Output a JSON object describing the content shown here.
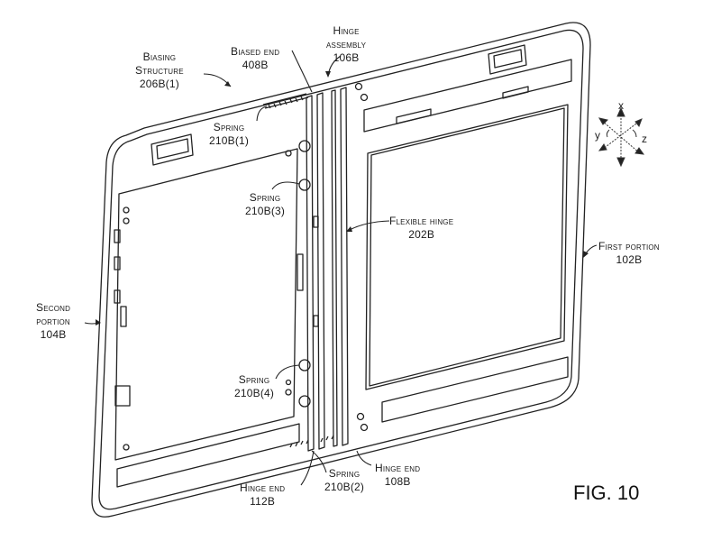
{
  "figure": {
    "title": "FIG. 10",
    "description": "Patent drawing of a dual-portion device with hinge assembly and biasing springs"
  },
  "labels": {
    "biasing_structure": {
      "line1": "Biasing",
      "line2": "Structure",
      "ref": "206B(1)"
    },
    "biased_end": {
      "line1": "Biased end",
      "ref": "408B"
    },
    "hinge_assembly": {
      "line1": "Hinge",
      "line2": "assembly",
      "ref": "106B"
    },
    "spring_1": {
      "line1": "Spring",
      "ref": "210B(1)"
    },
    "spring_3": {
      "line1": "Spring",
      "ref": "210B(3)"
    },
    "flexible_hinge": {
      "line1": "Flexible hinge",
      "ref": "202B"
    },
    "first_portion": {
      "line1": "First portion",
      "ref": "102B"
    },
    "second_portion": {
      "line1": "Second",
      "line2": "portion",
      "ref": "104B"
    },
    "spring_4": {
      "line1": "Spring",
      "ref": "210B(4)"
    },
    "hinge_end_112": {
      "line1": "Hinge end",
      "ref": "112B"
    },
    "spring_2": {
      "line1": "Spring",
      "ref": "210B(2)"
    },
    "hinge_end_108": {
      "line1": "Hinge end",
      "ref": "108B"
    }
  },
  "axes": {
    "x": "x",
    "y": "y",
    "z": "z"
  }
}
